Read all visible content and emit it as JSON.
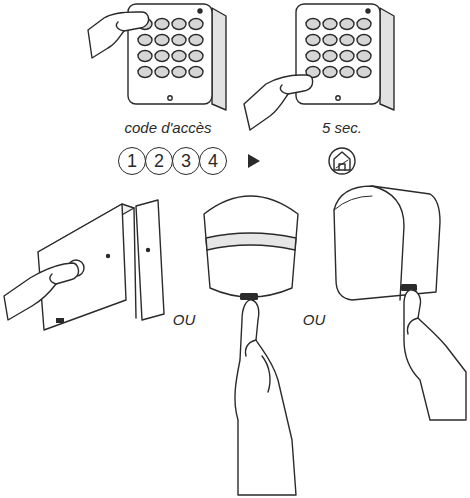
{
  "diagram": {
    "nodes": [
      {
        "text": [
          "1"
        ]
      },
      {
        "text": [
          "2"
        ]
      },
      {
        "text": [
          "3"
        ]
      },
      {
        "text": [
          "4"
        ]
      }
    ],
    "labels": [
      "code d'accès",
      "5 sec.",
      "OU",
      "OU"
    ]
  }
}
